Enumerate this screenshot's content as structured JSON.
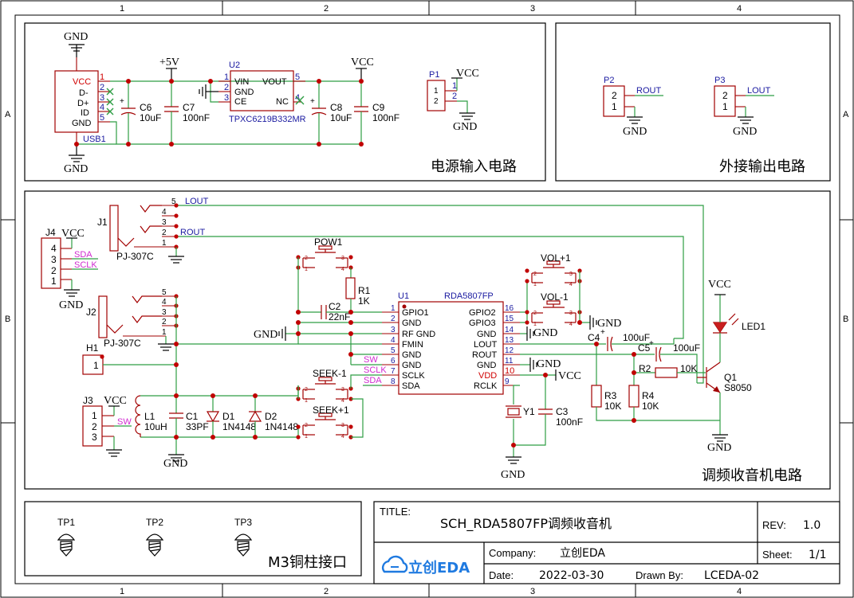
{
  "ruler": {
    "cols": [
      "1",
      "2",
      "3",
      "4"
    ],
    "rows": [
      "A",
      "B"
    ]
  },
  "sections": {
    "power": "电源输入电路",
    "output": "外接输出电路",
    "radio": "调频收音机电路",
    "mount": "M3铜柱接口"
  },
  "title_block": {
    "title_label": "TITLE:",
    "title": "SCH_RDA5807FP调频收音机",
    "rev_label": "REV:",
    "rev": "1.0",
    "company_label": "Company:",
    "company": "立创EDA",
    "sheet_label": "Sheet:",
    "sheet": "1/1",
    "date_label": "Date:",
    "date": "2022-03-30",
    "drawn_label": "Drawn By:",
    "drawn": "LCEDA-02",
    "logo": "立创EDA"
  },
  "power": {
    "gnd": "GND",
    "vcc": "VCC",
    "plus5v": "+5V",
    "usb": {
      "name": "USB1",
      "pins": [
        "VCC",
        "D-",
        "D+",
        "ID",
        "GND"
      ],
      "nums": [
        "1",
        "2",
        "3",
        "4",
        "5"
      ]
    },
    "c6": {
      "name": "C6",
      "value": "10uF"
    },
    "c7": {
      "name": "C7",
      "value": "100nF"
    },
    "c8": {
      "name": "C8",
      "value": "10uF"
    },
    "c9": {
      "name": "C9",
      "value": "100nF"
    },
    "u2": {
      "name": "U2",
      "part": "TPXC6219B332MR",
      "pins_left": [
        "VIN",
        "GND",
        "CE"
      ],
      "nums_left": [
        "1",
        "2",
        "3"
      ],
      "pins_right": [
        "VOUT",
        "NC"
      ],
      "nums_right": [
        "5",
        "4"
      ]
    },
    "p1": {
      "name": "P1",
      "nums": [
        "1",
        "2"
      ]
    }
  },
  "output": {
    "p2": {
      "name": "P2",
      "nums": [
        "2",
        "1"
      ],
      "net": "ROUT"
    },
    "p3": {
      "name": "P3",
      "nums": [
        "2",
        "1"
      ],
      "net": "LOUT"
    },
    "gnd": "GND"
  },
  "radio": {
    "gnd": "GND",
    "vcc": "VCC",
    "j1": {
      "name": "J1",
      "part": "PJ-307C",
      "nums": [
        "5",
        "4",
        "3",
        "2",
        "1"
      ]
    },
    "j2": {
      "name": "J2",
      "part": "PJ-307C",
      "nums": [
        "5",
        "4",
        "3",
        "2",
        "1"
      ]
    },
    "j3": {
      "name": "J3",
      "nums": [
        "1",
        "2",
        "3"
      ]
    },
    "j4": {
      "name": "J4",
      "nums": [
        "4",
        "3",
        "2",
        "1"
      ]
    },
    "h1": {
      "name": "H1",
      "num": "1"
    },
    "nets": {
      "lout": "LOUT",
      "rout": "ROUT",
      "sda": "SDA",
      "sclk": "SCLK",
      "sw": "SW"
    },
    "u1": {
      "name": "U1",
      "part": "RDA5807FP",
      "left": [
        {
          "n": "1",
          "l": "GPIO1"
        },
        {
          "n": "2",
          "l": "GND"
        },
        {
          "n": "3",
          "l": "RF GND"
        },
        {
          "n": "4",
          "l": "FMIN"
        },
        {
          "n": "5",
          "l": "GND"
        },
        {
          "n": "6",
          "l": "GND"
        },
        {
          "n": "7",
          "l": "SCLK"
        },
        {
          "n": "8",
          "l": "SDA"
        }
      ],
      "right": [
        {
          "n": "16",
          "l": "GPIO2"
        },
        {
          "n": "15",
          "l": "GPIO3"
        },
        {
          "n": "14",
          "l": "GND"
        },
        {
          "n": "13",
          "l": "LOUT"
        },
        {
          "n": "12",
          "l": "ROUT"
        },
        {
          "n": "11",
          "l": "GND"
        },
        {
          "n": "10",
          "l": "VDD"
        },
        {
          "n": "9",
          "l": "RCLK"
        }
      ]
    },
    "pow1": "POW1",
    "seek_minus": "SEEK-1",
    "seek_plus": "SEEK+1",
    "vol_plus": "VOL+1",
    "vol_minus": "VOL-1",
    "sw_pins": [
      "2",
      "1",
      "3",
      "4"
    ],
    "r1": {
      "name": "R1",
      "value": "1K"
    },
    "c2": {
      "name": "C2",
      "value": "22nF"
    },
    "l1": {
      "name": "L1",
      "value": "10uH"
    },
    "c1": {
      "name": "C1",
      "value": "33PF"
    },
    "d1": {
      "name": "D1",
      "value": "1N4148"
    },
    "d2": {
      "name": "D2",
      "value": "1N4148"
    },
    "y1": "Y1",
    "c3": {
      "name": "C3",
      "value": "100nF"
    },
    "c4": {
      "name": "C4",
      "value": "100uF"
    },
    "c5": {
      "name": "C5",
      "value": "100uF"
    },
    "r2": {
      "name": "R2",
      "value": "10K"
    },
    "r3": {
      "name": "R3",
      "value": "10K"
    },
    "r4": {
      "name": "R4",
      "value": "10K"
    },
    "led1": "LED1",
    "q1": {
      "name": "Q1",
      "part": "S8050"
    }
  },
  "mount": {
    "tp": [
      "TP1",
      "TP2",
      "TP3"
    ]
  }
}
